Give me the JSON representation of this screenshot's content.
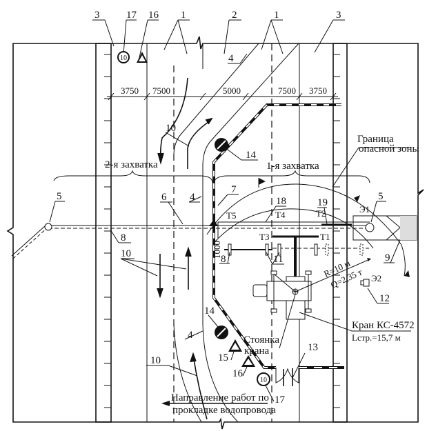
{
  "top_labels": {
    "a": "3",
    "b": "17",
    "c": "16",
    "d": "1",
    "e": "2",
    "f": "1",
    "g": "3",
    "h": "4"
  },
  "dimensions": [
    "3750",
    "7500",
    "5000",
    "7500",
    "3750"
  ],
  "zones": {
    "second": "2-я захватка",
    "first": "1-я захватка"
  },
  "danger_zone": {
    "line1": "Граница",
    "line2": "опасной зоны"
  },
  "callouts": {
    "c4a": "4",
    "c4b": "4",
    "c5a": "5",
    "c5b": "5",
    "c6": "6",
    "c7": "7",
    "c8a": "8",
    "c8b": "8",
    "c9": "9",
    "c10a": "10",
    "c10b": "10",
    "c10c": "10",
    "c11": "11",
    "c12": "12",
    "c13": "13",
    "c14a": "14",
    "c14b": "14",
    "c15": "15",
    "c16": "16",
    "c17": "17",
    "c18": "18",
    "c19": "19"
  },
  "points": {
    "t1": "Т1",
    "t2": "Т2",
    "t3": "Т3",
    "t4": "Т4",
    "t5": "Т5",
    "e1": "Э1",
    "e2": "Э2",
    "d1000": "1000"
  },
  "sign_speed": "10",
  "crane": {
    "radius": "R=10 м",
    "load": "Q=2,35 т",
    "parking_1": "Стоянка",
    "parking_2": "крана",
    "model": "Кран КС-4572",
    "boom": "Lстр.=15,7 м"
  },
  "direction": {
    "line1": "Направление работ по",
    "line2": "прокладке водопровода"
  }
}
